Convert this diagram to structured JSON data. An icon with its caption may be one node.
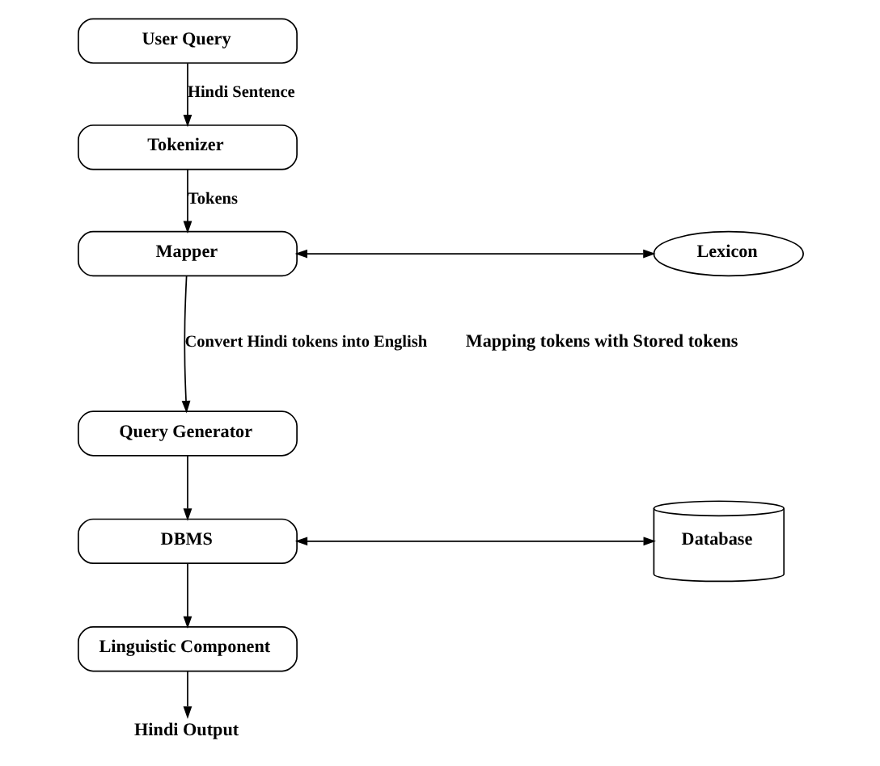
{
  "diagram": {
    "nodes": [
      {
        "text": [
          "User Query"
        ]
      },
      {
        "text": [
          "Tokenizer"
        ]
      },
      {
        "text": [
          "Mapper"
        ]
      },
      {
        "text": [
          "Lexicon"
        ]
      },
      {
        "text": [
          "Query Generator"
        ]
      },
      {
        "text": [
          "DBMS"
        ]
      },
      {
        "text": [
          "Database"
        ]
      },
      {
        "text": [
          "Linguistic Component"
        ]
      },
      {
        "text": [
          "Hindi Output"
        ]
      }
    ],
    "edges": [
      {
        "from": 0,
        "to": 1,
        "arrow": "to",
        "label": "Hindi Sentence"
      },
      {
        "from": 1,
        "to": 2,
        "arrow": "to",
        "label": "Tokens"
      },
      {
        "from": 2,
        "to": 3,
        "arrow": "both"
      },
      {
        "from": 2,
        "to": 4,
        "arrow": "to",
        "label": "Convert Hindi tokens into English"
      },
      {
        "from": 4,
        "to": 5,
        "arrow": "to"
      },
      {
        "from": 5,
        "to": 6,
        "arrow": "both"
      },
      {
        "from": 5,
        "to": 7,
        "arrow": "to"
      },
      {
        "from": 7,
        "to": 8,
        "arrow": "to"
      }
    ],
    "labels": [
      "Mapping tokens with Stored tokens"
    ]
  }
}
